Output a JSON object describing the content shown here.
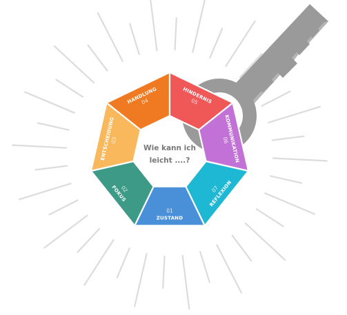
{
  "center": {
    "line1": "Wie kann ich",
    "line2": "leicht ....?"
  },
  "segments": [
    {
      "number": "01",
      "label": "ZUSTAND",
      "color": "#4a90d9"
    },
    {
      "number": "02",
      "label": "FOKUS",
      "color": "#3d9a86"
    },
    {
      "number": "03",
      "label": "ENTSCHEIDUNG",
      "color": "#f8b85b"
    },
    {
      "number": "04",
      "label": "HANDLUNG",
      "color": "#ef7a22"
    },
    {
      "number": "05",
      "label": "HINDERNIS",
      "color": "#f05757"
    },
    {
      "number": "06",
      "label": "KOMMUNIKATION",
      "color": "#c272d6"
    },
    {
      "number": "07",
      "label": "REFLEXION",
      "color": "#1fb8d4"
    }
  ],
  "colors": {
    "rays": "#dcdcdc",
    "key": "#9a9a9a",
    "key_shadow": "#b4b4b4",
    "center_text": "#777777",
    "segment_text": "#ffffff"
  },
  "icons": {
    "key": "key-icon"
  }
}
